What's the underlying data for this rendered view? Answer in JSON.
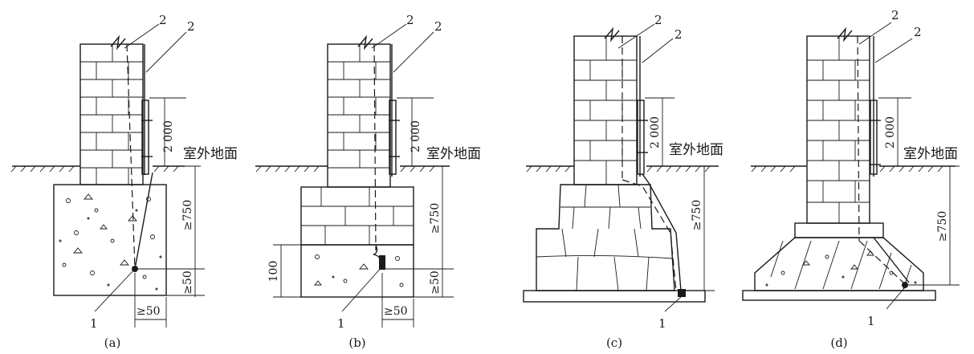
{
  "labels": {
    "ground": "室外地面",
    "item1": "1",
    "item2": "2",
    "dim_2000": "2 000",
    "dim_750": "≥750",
    "dim_50": "≥50",
    "dim_100": "100"
  },
  "panels": [
    {
      "caption": "(a)"
    },
    {
      "caption": "(b)"
    },
    {
      "caption": "(c)"
    },
    {
      "caption": "(d)"
    }
  ]
}
